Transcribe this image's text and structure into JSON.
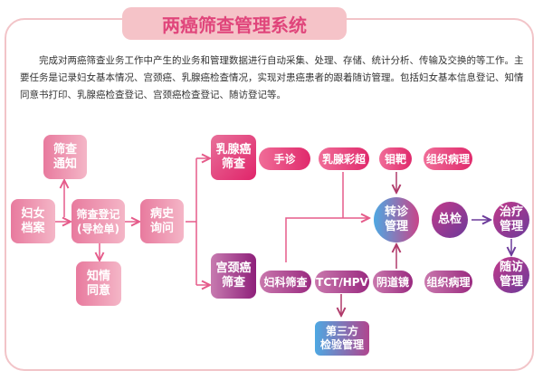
{
  "title": "两癌筛查管理系统",
  "description": [
    "完成对两癌筛查业务工作中产生的业务和管理数据进行自动采集、处理、存储、统计分析、传输及交换的等工作。主要任务是记录妇女基本情况、宫颈癌、乳腺癌检查情况，实现对患癌患者的跟着随访管理。包括妇女基本信息登记、知情同意书打印、乳腺癌检查登记、宫颈癌检查登记、随访登记等。"
  ],
  "nodes": {
    "notify": [
      "筛查",
      "通知"
    ],
    "archive": [
      "妇女",
      "档案"
    ],
    "register": [
      "筛查登记",
      "(导检单)"
    ],
    "history": [
      "病史",
      "询问"
    ],
    "consent": [
      "知情",
      "同意"
    ],
    "breast": [
      "乳腺癌",
      "筛查"
    ],
    "cervical": [
      "宫颈癌",
      "筛查"
    ],
    "breast_items": [
      "手诊",
      "乳腺彩超",
      "钼靶",
      "组织病理"
    ],
    "cervical_items": [
      "妇科筛查",
      "TCT/HPV",
      "阴道镜",
      "组织病理"
    ],
    "referral": [
      "转诊",
      "管理"
    ],
    "general": [
      "总检"
    ],
    "treatment": [
      "治疗",
      "管理"
    ],
    "followup": [
      "随访",
      "管理"
    ],
    "third_party": [
      "第三方",
      "检验管理"
    ]
  },
  "colors": {
    "border": "#f2c4c8",
    "title": "#e0457b",
    "arrow_pink": "#e55b8a",
    "arrow_purple": "#6c3a9a"
  }
}
